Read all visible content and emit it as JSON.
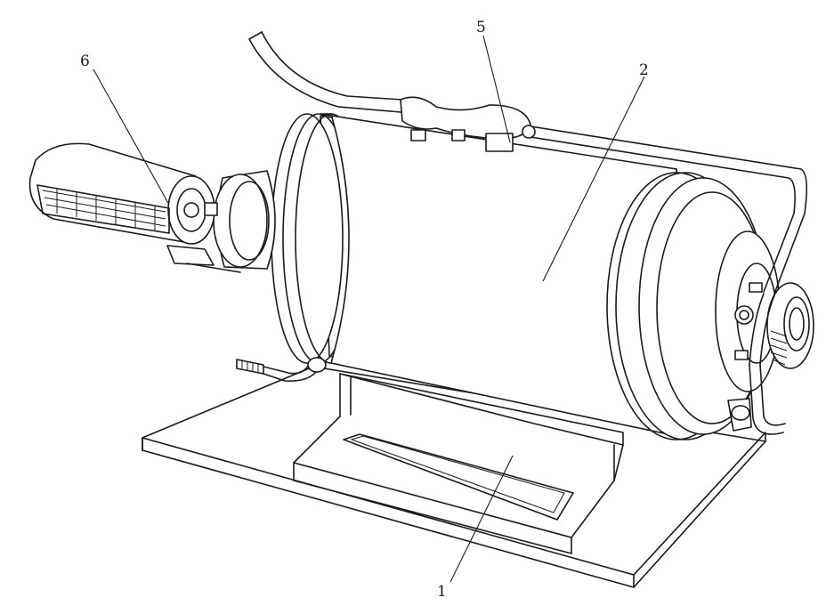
{
  "callouts": [
    {
      "id": "1",
      "text": "1"
    },
    {
      "id": "2",
      "text": "2"
    },
    {
      "id": "5",
      "text": "5"
    },
    {
      "id": "6",
      "text": "6"
    }
  ]
}
